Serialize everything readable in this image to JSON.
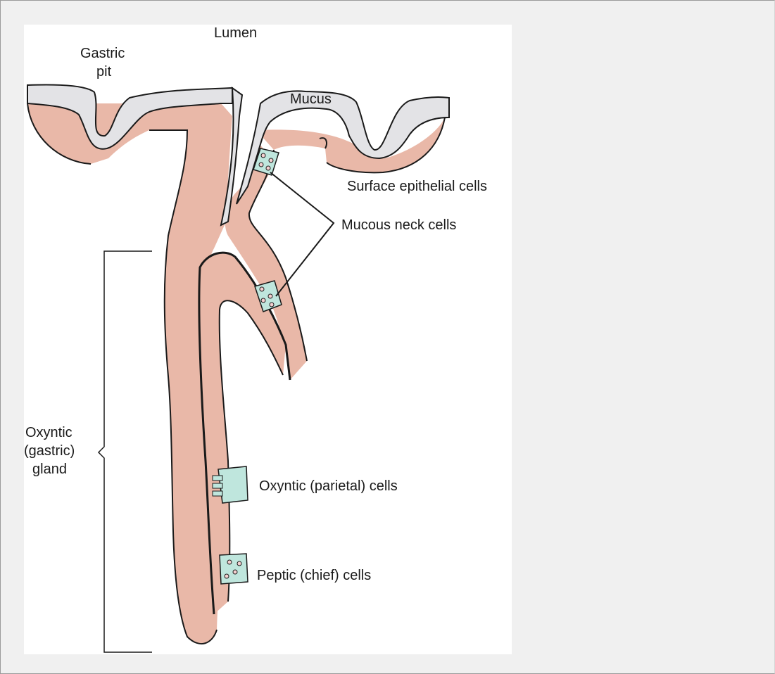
{
  "labels": {
    "lumen": "Lumen",
    "gastric_pit": [
      "Gastric",
      "pit"
    ],
    "mucus": "Mucus",
    "surface_epithelial": "Surface epithelial cells",
    "mucous_neck": "Mucous neck cells",
    "oxyntic_gland": [
      "Oxyntic",
      "(gastric)",
      "gland"
    ],
    "oxyntic_parietal": "Oxyntic (parietal) cells",
    "peptic_chief": "Peptic (chief) cells"
  },
  "colors": {
    "tissue": "#e9b8a8",
    "mucus": "#e3e3e6",
    "cell_patch": "#bfe6dd",
    "outline": "#1a1a1a",
    "background": "#f0f0f0",
    "figure_background": "#ffffff"
  }
}
